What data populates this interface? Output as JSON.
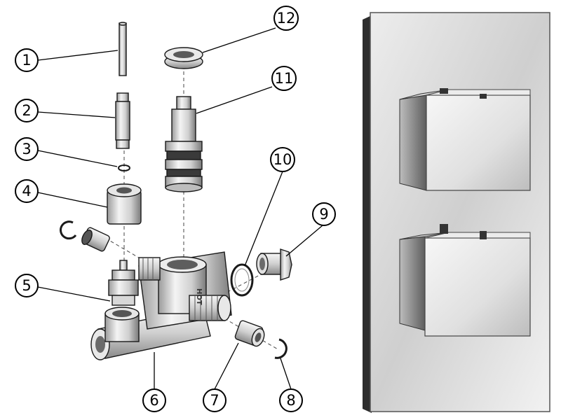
{
  "callouts": [
    {
      "num": "1"
    },
    {
      "num": "2"
    },
    {
      "num": "3"
    },
    {
      "num": "4"
    },
    {
      "num": "5"
    },
    {
      "num": "6"
    },
    {
      "num": "7"
    },
    {
      "num": "8"
    },
    {
      "num": "9"
    },
    {
      "num": "10"
    },
    {
      "num": "11"
    },
    {
      "num": "12"
    }
  ],
  "valve_body": {
    "embossed": "HOT"
  },
  "colors": {
    "line": "#000000",
    "metal_light": "#f2f2f2",
    "metal_mid": "#c8c8c8",
    "metal_dark": "#6a6a6a",
    "plate_face": "#dcdcdc",
    "plate_edge": "#3a3a3a"
  }
}
